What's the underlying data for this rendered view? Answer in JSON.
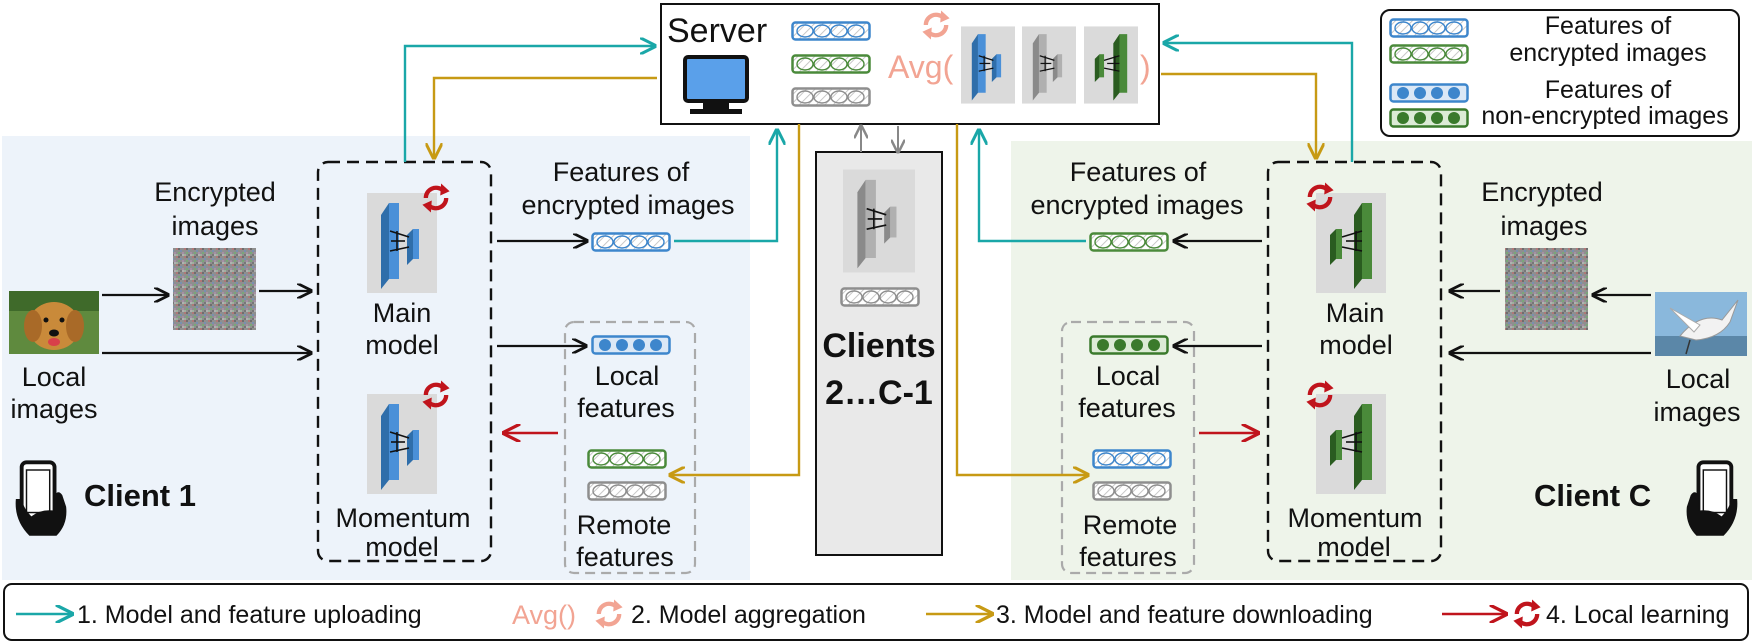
{
  "server": {
    "label": "Server",
    "avg_open": "Avg(",
    "avg_close": ")"
  },
  "legend_box": {
    "encrypted_line1": "Features of",
    "encrypted_line2": "encrypted images",
    "nonencrypted_line1": "Features of",
    "nonencrypted_line2": "non-encrypted images"
  },
  "client1": {
    "name": "Client 1",
    "encrypted_images_line1": "Encrypted",
    "encrypted_images_line2": "images",
    "local_images_line1": "Local",
    "local_images_line2": "images",
    "main_model_line1": "Main",
    "main_model_line2": "model",
    "momentum_model_line1": "Momentum",
    "momentum_model_line2": "model",
    "enc_features_line1": "Features of",
    "enc_features_line2": "encrypted images",
    "local_features_line1": "Local",
    "local_features_line2": "features",
    "remote_features_line1": "Remote",
    "remote_features_line2": "features"
  },
  "clients_mid": {
    "line1": "Clients",
    "line2": "2…C-1"
  },
  "clientC": {
    "name": "Client C",
    "encrypted_images_line1": "Encrypted",
    "encrypted_images_line2": "images",
    "local_images_line1": "Local",
    "local_images_line2": "images",
    "main_model_line1": "Main",
    "main_model_line2": "model",
    "momentum_model_line1": "Momentum",
    "momentum_model_line2": "model",
    "enc_features_line1": "Features of",
    "enc_features_line2": "encrypted images",
    "local_features_line1": "Local",
    "local_features_line2": "features",
    "remote_features_line1": "Remote",
    "remote_features_line2": "features"
  },
  "bottom_legend": {
    "step1": "1. Model and feature uploading",
    "step2_prefix": "Avg()",
    "step2": "2. Model aggregation",
    "step3": "3. Model and feature downloading",
    "step4": "4. Local learning"
  },
  "colors": {
    "upload": "#1aa7a8",
    "download": "#c79a14",
    "local": "#c0141c",
    "avg": "#f2a493",
    "blue_model": "#3d86cc",
    "green_model": "#3a7a2c",
    "gray_model": "#9a9a9a",
    "client1_bg": "#edf3fa",
    "clientC_bg": "#eef4ea",
    "mid_bg": "#e9e9e9"
  },
  "icons": [
    "monitor-icon",
    "dog-photo",
    "bird-photo",
    "noise-image",
    "phone-icon",
    "refresh-icon",
    "model-icon"
  ]
}
